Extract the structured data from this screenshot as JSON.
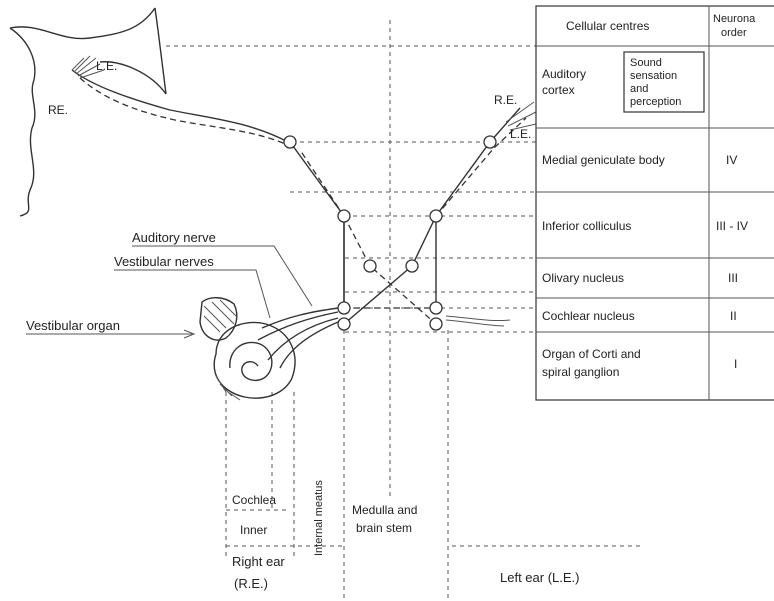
{
  "left_labels": {
    "re_top": "RE.",
    "le_top": "L.E.",
    "auditory_nerve": "Auditory nerve",
    "vestibular_nerves": "Vestibular nerves",
    "vestibular_organ": "Vestibular organ"
  },
  "right_labels": {
    "re": "R.E.",
    "le": "L.E."
  },
  "table": {
    "header_centres": "Cellular centres",
    "header_order_line1": "Neurona",
    "header_order_line2": "order",
    "cortex_line1": "Auditory",
    "cortex_line2": "cortex",
    "sound_line1": "Sound",
    "sound_line2": "sensation",
    "sound_line3": "and",
    "sound_line4": "perception",
    "rows": [
      {
        "centre": "Medial geniculate body",
        "order": "IV"
      },
      {
        "centre": "Inferior colliculus",
        "order": "III - IV"
      },
      {
        "centre": "Olivary nucleus",
        "order": "III"
      },
      {
        "centre": "Cochlear nucleus",
        "order": "II"
      }
    ],
    "last_row_line1": "Organ of Corti and",
    "last_row_line2": "spiral ganglion",
    "last_row_order": "I"
  },
  "bottom_labels": {
    "cochlea": "Cochlea",
    "inner": "Inner",
    "internal_meatus": "Internal meatus",
    "medulla_line1": "Medulla and",
    "medulla_line2": "brain stem",
    "right_ear_line1": "Right ear",
    "right_ear_line2": "(R.E.)",
    "left_ear": "Left ear  (L.E.)"
  }
}
